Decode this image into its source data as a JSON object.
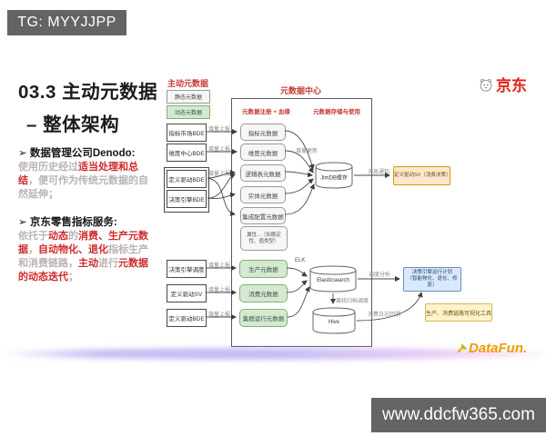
{
  "overlays": {
    "tg_badge": "TG: MYYJJPP",
    "url_badge": "www.ddcfw365.com"
  },
  "slide": {
    "title_line1": "03.3 主动元数据",
    "title_line2": "– 整体架构",
    "bullet1": {
      "header": "➢ 数据管理公司Denodo:",
      "segments": [
        "使用历史经过",
        "适当处理和总结",
        "，便可作为传统元数据的自然延伸；"
      ]
    },
    "bullet2": {
      "header": "➢ 京东零售指标服务:",
      "segments": [
        "依托于",
        "动态",
        "的",
        "消费、生产元数据",
        "，",
        "自动物化、退化",
        "指标生产和消费链路，",
        "主动",
        "进行",
        "元数据的动态迭代",
        "；"
      ]
    },
    "jd_logo_text": "京东",
    "datafun_logo_text": "DataFun."
  },
  "diagram": {
    "legend": {
      "title": "主动元数据",
      "static_label": "静态元数据",
      "dynamic_label": "动态元数据"
    },
    "center_title": "元数据中心",
    "col_register": "元数据注册 + 血缘",
    "col_storage": "元数据存储与使用",
    "sources": [
      "指标市场BDE",
      "维度中心BDE",
      "定义驱动BDE",
      "决策引擎BDE",
      "决策引擎调度",
      "定义驱动SV",
      "定义驱动BDE"
    ],
    "static_boxes": [
      "指标元数据",
      "维度元数据",
      "逻辑表元数据",
      "实体元数据",
      "集成配置元数据"
    ],
    "note_box": "属性...（如稳定性、值类型）",
    "dynamic_boxes": [
      "生产元数据",
      "消费元数据",
      "集群运行元数据"
    ],
    "stores": {
      "jimdb": "JimDB缓存",
      "es": "Elasticsearch",
      "hive": "Hive"
    },
    "right_boxes": {
      "orange": "定义驱动SV（消费决策）",
      "blue_line1": "决策引擎运行计划",
      "blue_line2": "（智能物化、退化、修复）",
      "yellow": "生产、消费链路可视化工具"
    },
    "edge_labels": {
      "inc_report": "增量上报",
      "inc_update": "增量更新",
      "msg_notify": "消息通知",
      "elk": "ELK",
      "sched_analysis": "调度分析",
      "offline_archive": "离线归档调度",
      "consume_log": "消费日志回溯"
    },
    "colors": {
      "accent_red": "#c43a32",
      "green_fill": "#d5e8d4",
      "orange_fill": "#fbe7cd",
      "blue_fill": "#dae8fc",
      "yellow_fill": "#fff2cc",
      "badge_gray": "#646464",
      "jd_red": "#e1251b",
      "datafun_orange": "#ef9c00"
    }
  }
}
